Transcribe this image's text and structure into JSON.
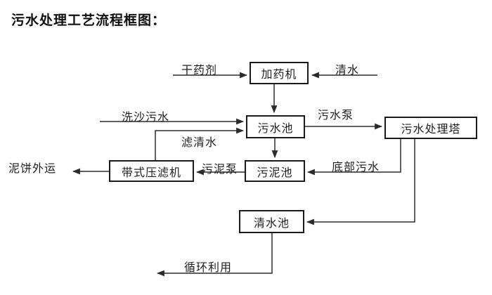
{
  "title": "污水处理工艺流程框图：",
  "nodes": {
    "dosing_machine": {
      "label": "加药机"
    },
    "sewage_pool": {
      "label": "污水池"
    },
    "treatment_tower": {
      "label": "污水处理塔"
    },
    "sludge_pool": {
      "label": "污泥池"
    },
    "belt_filter_press": {
      "label": "带式压滤机"
    },
    "clean_water_pool": {
      "label": "清水池"
    }
  },
  "edge_labels": {
    "dry_agent": "干药剂",
    "clean_water": "清水",
    "sand_washing_sewage": "洗沙污水",
    "sewage_pump": "污水泵",
    "filtered_water": "滤清水",
    "bottom_sewage": "底部污水",
    "sludge_pump": "污泥泵",
    "mud_cake_out": "泥饼外运",
    "recycling": "循环利用"
  },
  "colors": {
    "background": "#ffffff",
    "line": "#2b2b2b",
    "box_border": "#1a1a1a",
    "text": "#1f1f1f"
  }
}
